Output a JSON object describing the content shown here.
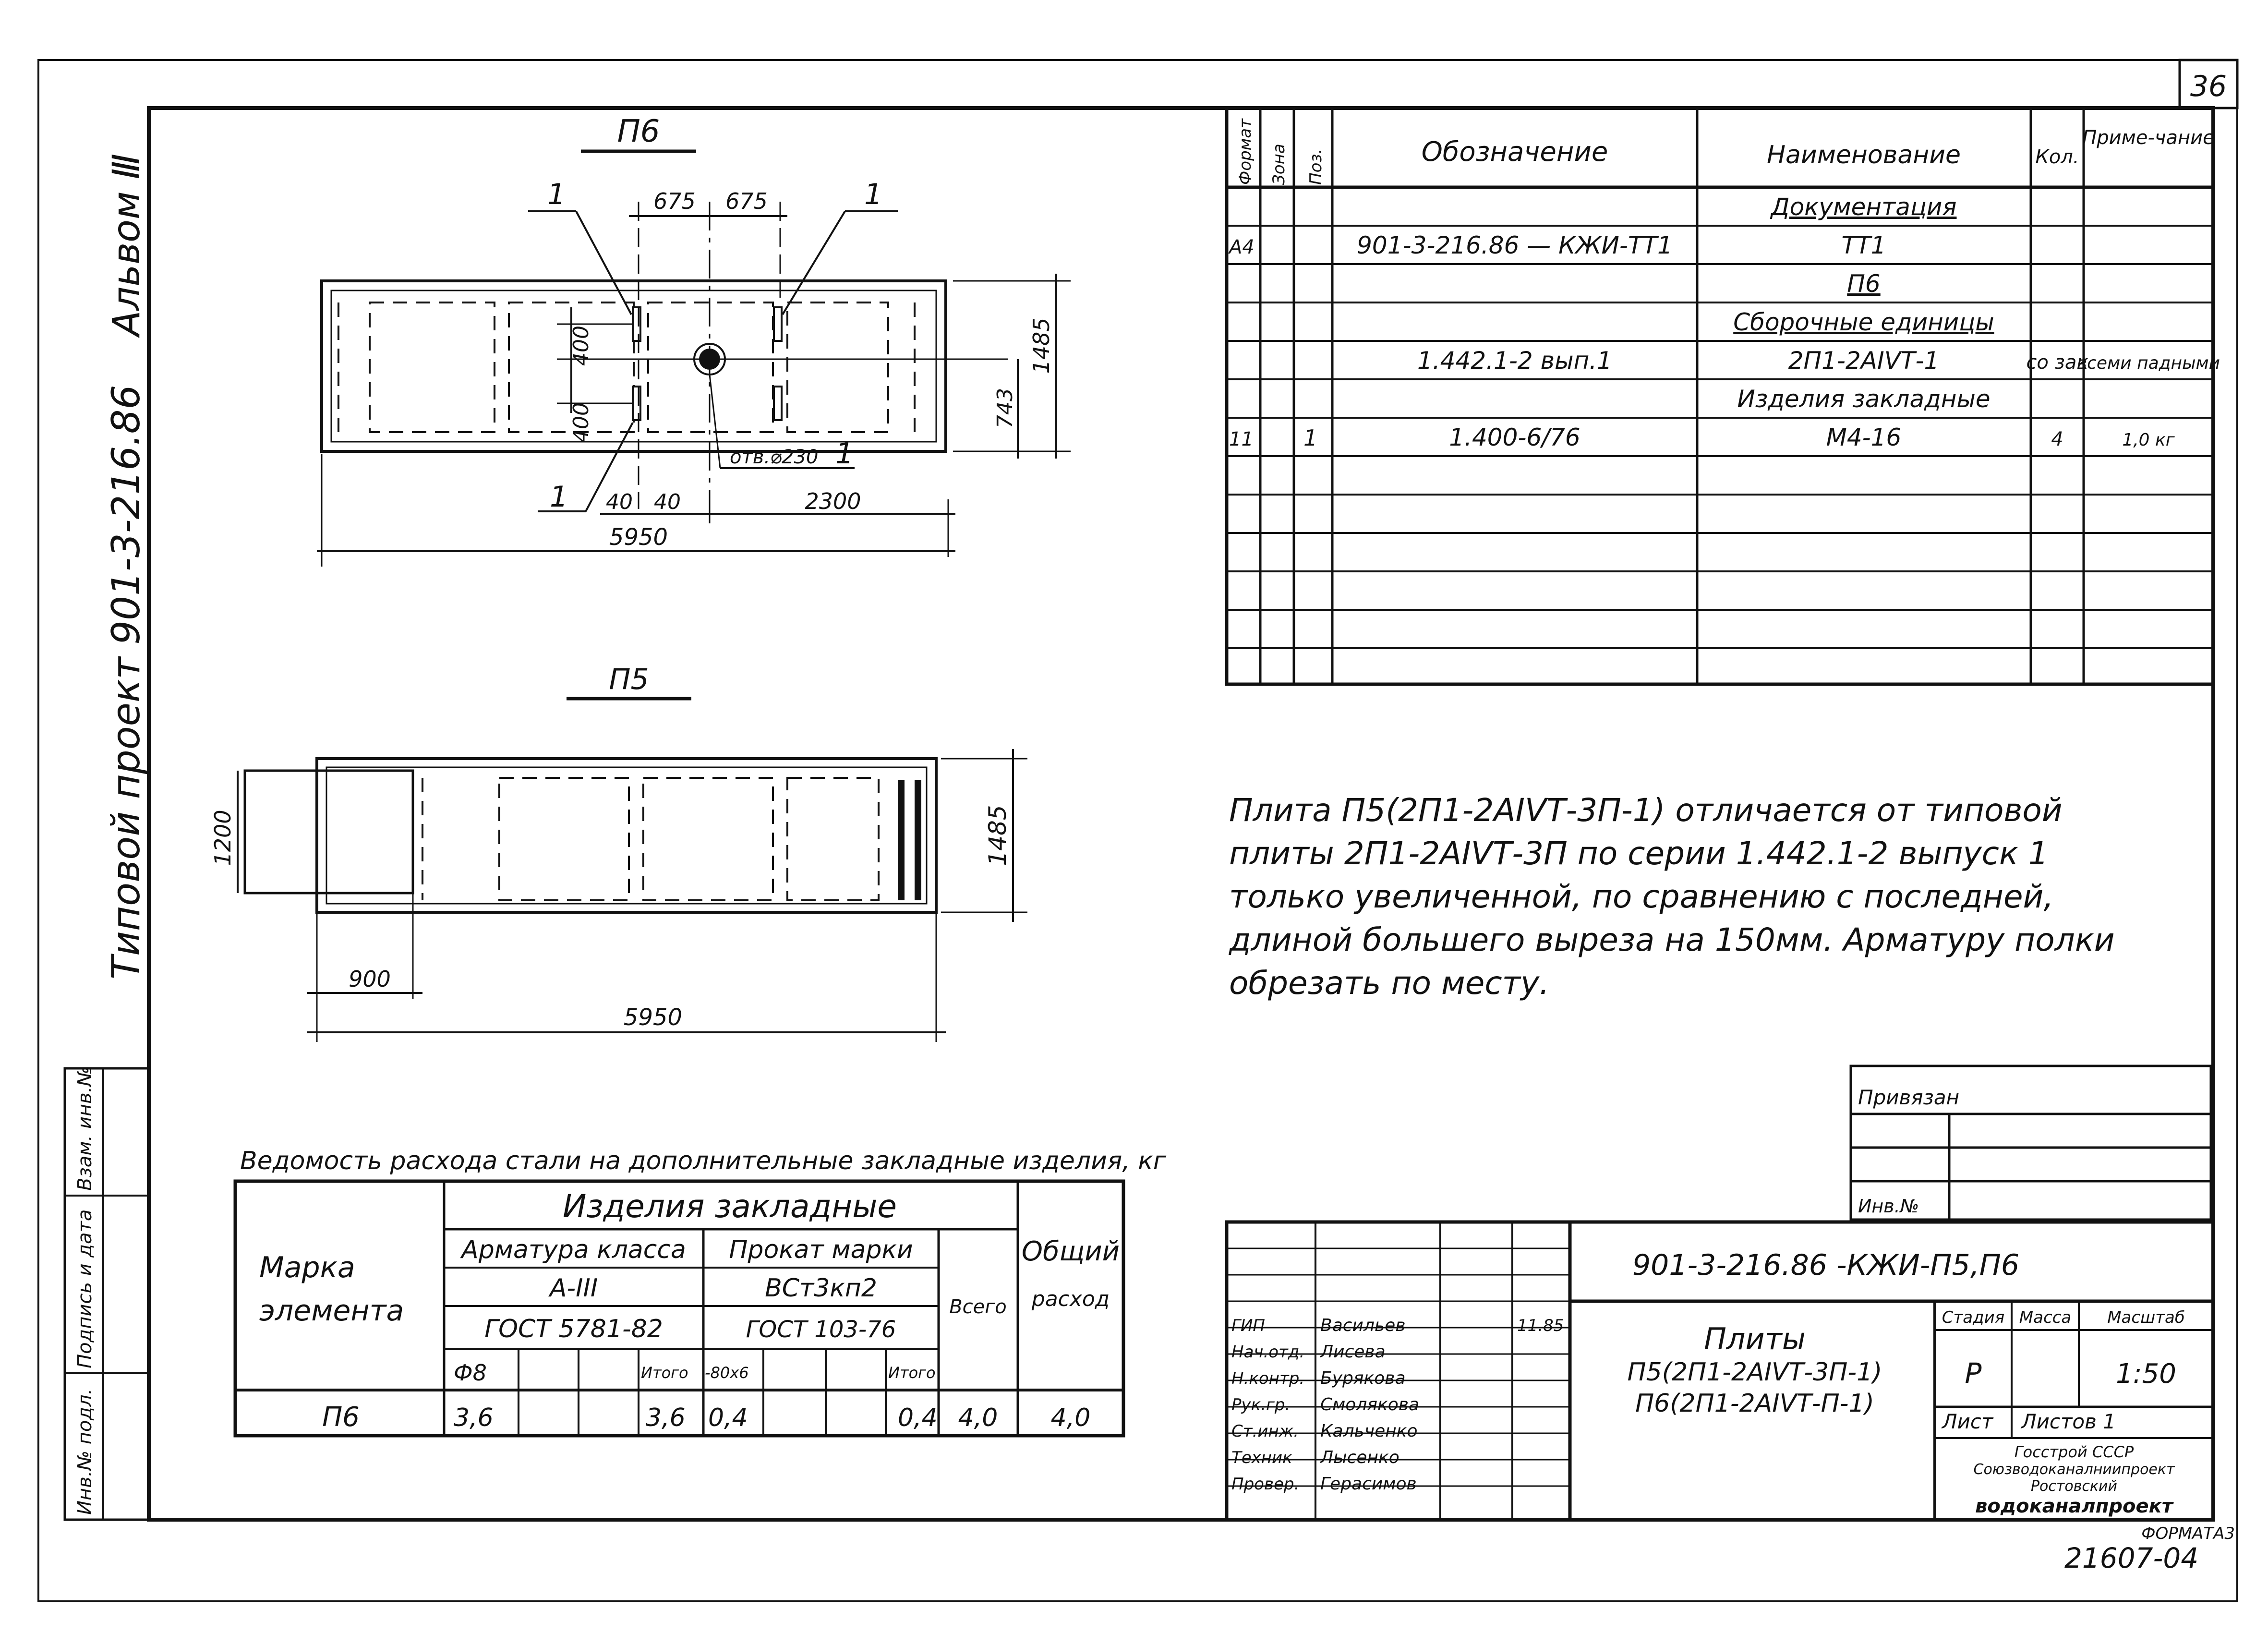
{
  "sheet": {
    "page_number": "36",
    "side_album": "Альвом Ⅲ",
    "side_project": "Типовой проект 901-3-216.86",
    "bottom_number": "21607-04",
    "format": "ФОРМАТА3"
  },
  "left_stamp": [
    "Инв.№ подл.",
    "Подпись и дата",
    "Взам. инв.№"
  ],
  "drawing_p6": {
    "title": "П6",
    "callouts": [
      "1",
      "1",
      "1",
      "1"
    ],
    "dims": {
      "top_left": "675",
      "top_right": "675",
      "v_upper": "400",
      "v_lower": "400",
      "bottom_left": "40",
      "bottom_mid": "40",
      "bottom_right": "2300",
      "overall_length": "5950",
      "right_height": "1485",
      "right_inner": "743",
      "hole": "отв.⌀230"
    }
  },
  "drawing_p5": {
    "title": "П5",
    "dims": {
      "left_height": "1200",
      "right_height": "1485",
      "cut_length": "900",
      "overall_length": "5950"
    }
  },
  "spec_table": {
    "headers": {
      "format": "Формат",
      "zone": "Зона",
      "pos": "Поз.",
      "designation": "Обозначение",
      "name": "Наименование",
      "qty": "Кол.",
      "note": "Приме-чание"
    },
    "rows": [
      {
        "format": "",
        "zone": "",
        "pos": "",
        "designation": "",
        "name": "Документация",
        "qty": "",
        "note": "",
        "underline": true
      },
      {
        "format": "А4",
        "zone": "",
        "pos": "",
        "designation": "901-3-216.86 — КЖИ-ТТ1",
        "name": "ТТ1",
        "qty": "",
        "note": ""
      },
      {
        "format": "",
        "zone": "",
        "pos": "",
        "designation": "",
        "name": "П6",
        "qty": "",
        "note": "",
        "underline": true
      },
      {
        "format": "",
        "zone": "",
        "pos": "",
        "designation": "",
        "name": "Сборочные единицы",
        "qty": "",
        "note": "",
        "underline": true
      },
      {
        "format": "",
        "zone": "",
        "pos": "",
        "designation": "1.442.1-2 вып.1",
        "name": "2П1-2АIVТ-1",
        "qty": "со зак",
        "note": "всеми падными"
      },
      {
        "format": "",
        "zone": "",
        "pos": "",
        "designation": "",
        "name": "Изделия закладные",
        "qty": "",
        "note": ""
      },
      {
        "format": "11",
        "zone": "",
        "pos": "1",
        "designation": "1.400-6/76",
        "name": "М4-16",
        "qty": "4",
        "note": "1,0 кг"
      },
      {
        "format": "",
        "zone": "",
        "pos": "",
        "designation": "",
        "name": "",
        "qty": "",
        "note": ""
      },
      {
        "format": "",
        "zone": "",
        "pos": "",
        "designation": "",
        "name": "",
        "qty": "",
        "note": ""
      },
      {
        "format": "",
        "zone": "",
        "pos": "",
        "designation": "",
        "name": "",
        "qty": "",
        "note": ""
      },
      {
        "format": "",
        "zone": "",
        "pos": "",
        "designation": "",
        "name": "",
        "qty": "",
        "note": ""
      },
      {
        "format": "",
        "zone": "",
        "pos": "",
        "designation": "",
        "name": "",
        "qty": "",
        "note": ""
      },
      {
        "format": "",
        "zone": "",
        "pos": "",
        "designation": "",
        "name": "",
        "qty": "",
        "note": ""
      }
    ]
  },
  "note_text": [
    "Плита П5(2П1-2АIVТ-3П-1) отличается от типовой",
    "плиты 2П1-2АIVТ-3П по серии 1.442.1-2 выпуск 1",
    "только увеличенной, по сравнению с последней,",
    "длиной большего выреза на 150мм. Арматуру полки",
    "обрезать по месту."
  ],
  "privyazan": {
    "label1": "Привязан",
    "label2": "Инв.№"
  },
  "steel_table": {
    "title": "Ведомость расхода стали на дополнительные закладные изделия, кг",
    "group": "Изделия закладные",
    "col_mark": [
      "Марка",
      "элемента"
    ],
    "armature": {
      "title": "Арматура класса",
      "cls": "А-III",
      "gost": "ГОСТ 5781-82"
    },
    "rolled": {
      "title": "Прокат марки",
      "grade": "ВСт3кп2",
      "gost": "ГОСТ 103-76"
    },
    "total_label": "Всего",
    "overall_label": [
      "Общий",
      "расход"
    ],
    "subheaders": [
      "Ф8",
      "",
      "",
      "Итого",
      "-80х6",
      "",
      "",
      "Итого"
    ],
    "row": {
      "mark": "П6",
      "cells": [
        "3,6",
        "",
        "",
        "3,6",
        "0,4",
        "",
        "",
        "0,4"
      ],
      "total": "4,0",
      "overall": "4,0"
    }
  },
  "title_block": {
    "code": "901-3-216.86   -КЖИ-П5,П6",
    "title": [
      "Плиты",
      "П5(2П1-2АIVТ-3П-1)",
      "П6(2П1-2АIVТ-П-1)"
    ],
    "stage_label": "Стадия",
    "mass_label": "Масса",
    "scale_label": "Масштаб",
    "stage": "Р",
    "scale": "1:50",
    "sheet_label": "Лист",
    "sheets_label": "Листов 1",
    "org": [
      "Госстрой СССР",
      "Союзводоканалниипроект",
      "Ростовский",
      "водоканалпроект"
    ],
    "people": [
      {
        "role": "ГИП",
        "name": "Васильев",
        "date": "11.85"
      },
      {
        "role": "Нач.отд.",
        "name": "Лисева",
        "date": ""
      },
      {
        "role": "Н.контр.",
        "name": "Бурякова",
        "date": ""
      },
      {
        "role": "Рук.гр.",
        "name": "Смолякова",
        "date": ""
      },
      {
        "role": "Ст.инж.",
        "name": "Кальченко",
        "date": ""
      },
      {
        "role": "Техник",
        "name": "Лысенко",
        "date": ""
      },
      {
        "role": "Провер.",
        "name": "Герасимов",
        "date": ""
      }
    ]
  }
}
